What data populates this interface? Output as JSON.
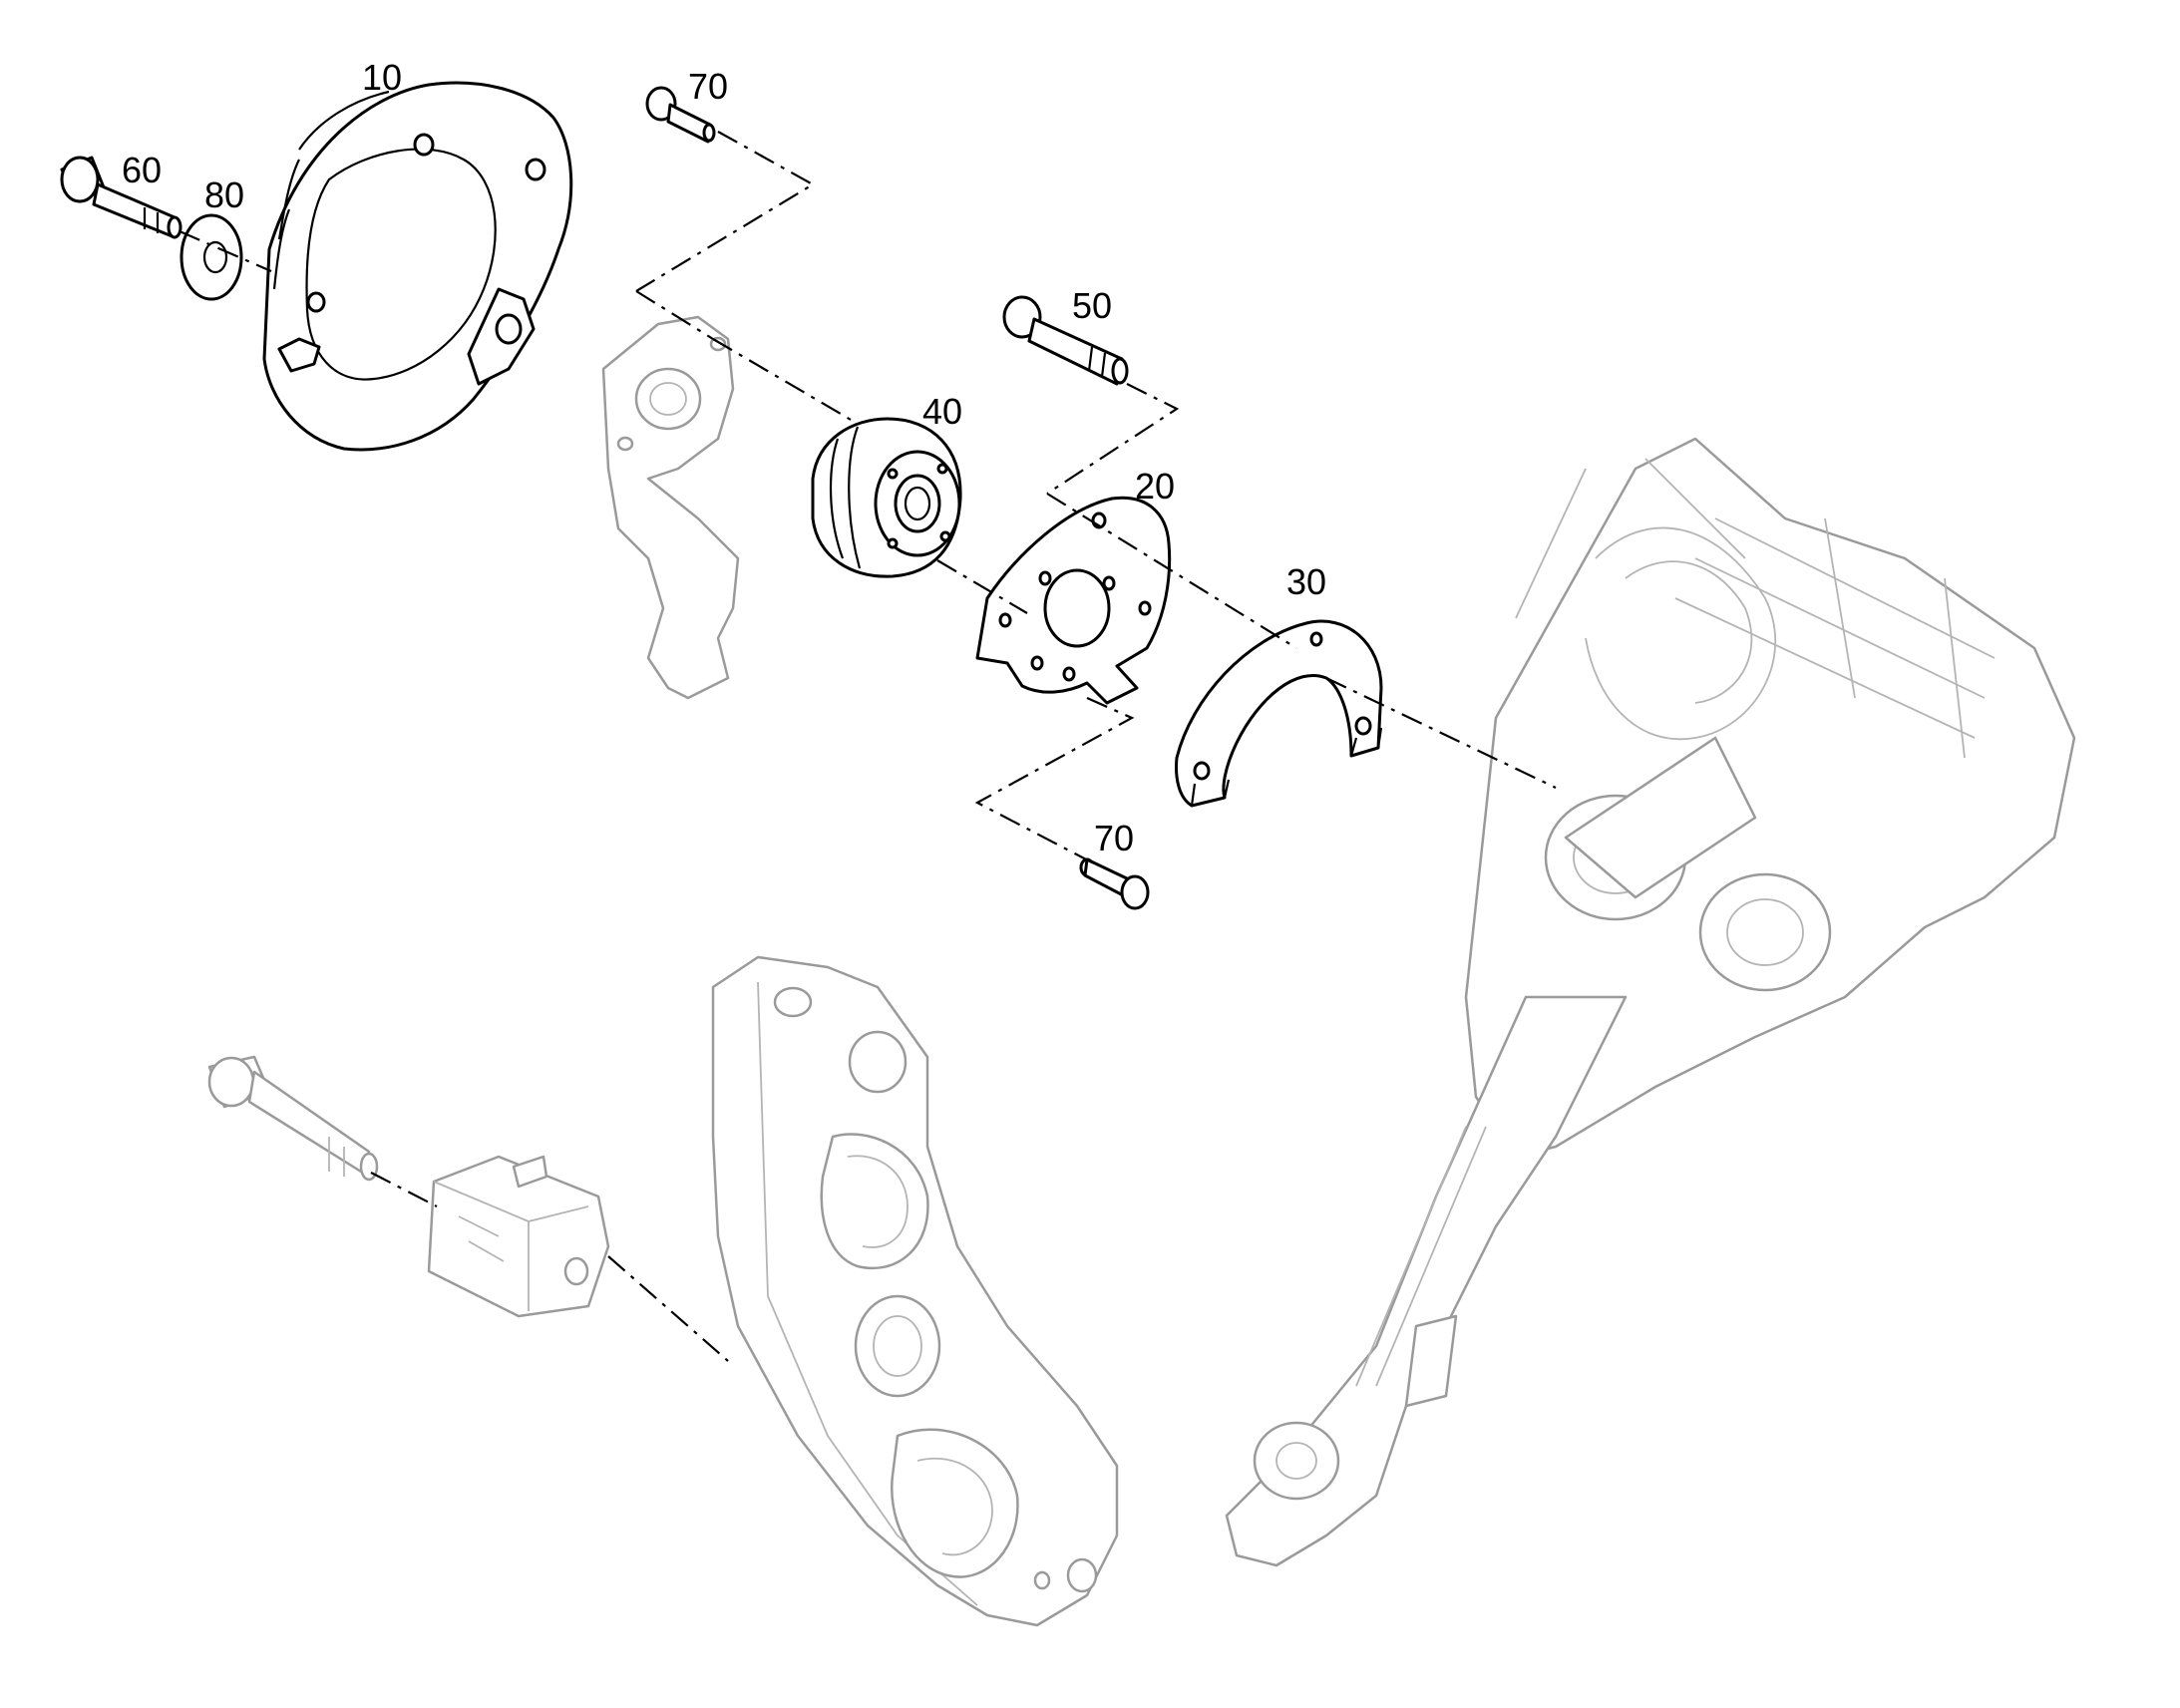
{
  "callouts": {
    "c10": "10",
    "c20": "20",
    "c30": "30",
    "c40": "40",
    "c50": "50",
    "c60": "60",
    "c70_top": "70",
    "c70_bottom": "70",
    "c80": "80"
  },
  "colors": {
    "part_stroke": "#000000",
    "context_stroke": "#9a9a9a",
    "background": "#ffffff"
  }
}
